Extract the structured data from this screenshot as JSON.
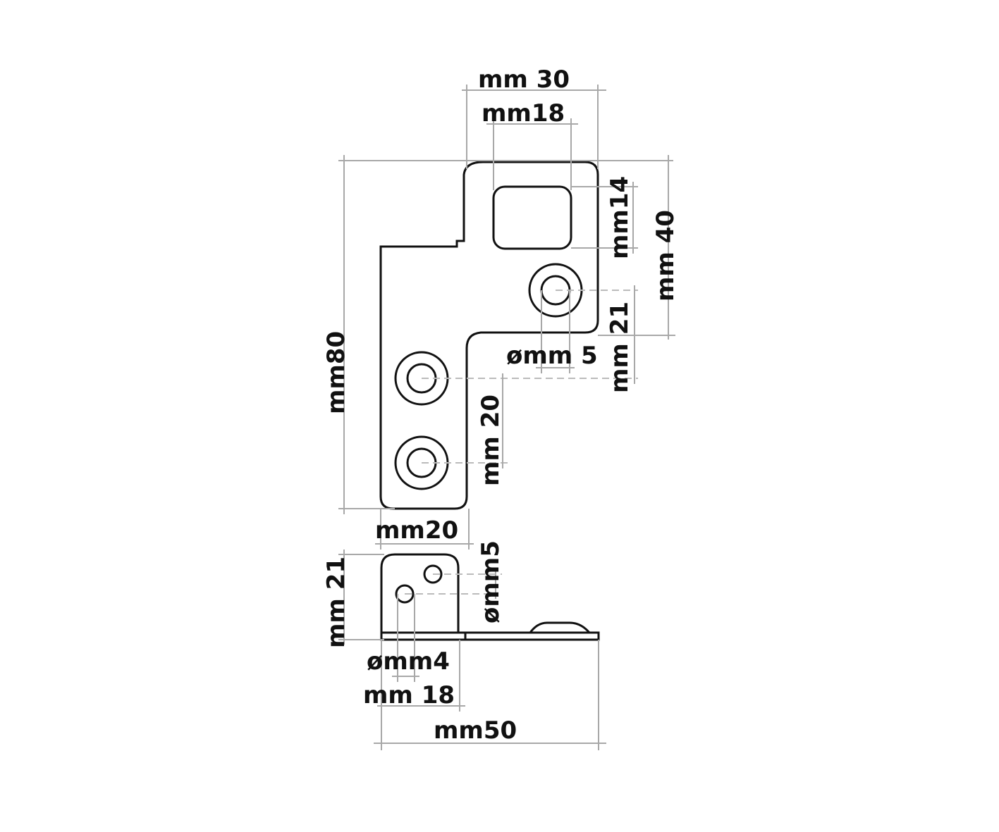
{
  "drawing": {
    "top_view": {
      "overall_width": "mm 30",
      "slot_width": "mm18",
      "slot_height": "mm14",
      "top_to_hole": "mm 40",
      "hole_offset": "mm 21",
      "hole_diameter": "ømm 5",
      "overall_height": "mm80",
      "hole_spacing": "mm 20",
      "bottom_width": "mm20"
    },
    "side_view": {
      "height": "mm 21",
      "hole_diameter_right": "ømm5",
      "hole_diameter_left": "ømm4",
      "flange_width": "mm 18",
      "total_length": "mm50"
    }
  }
}
